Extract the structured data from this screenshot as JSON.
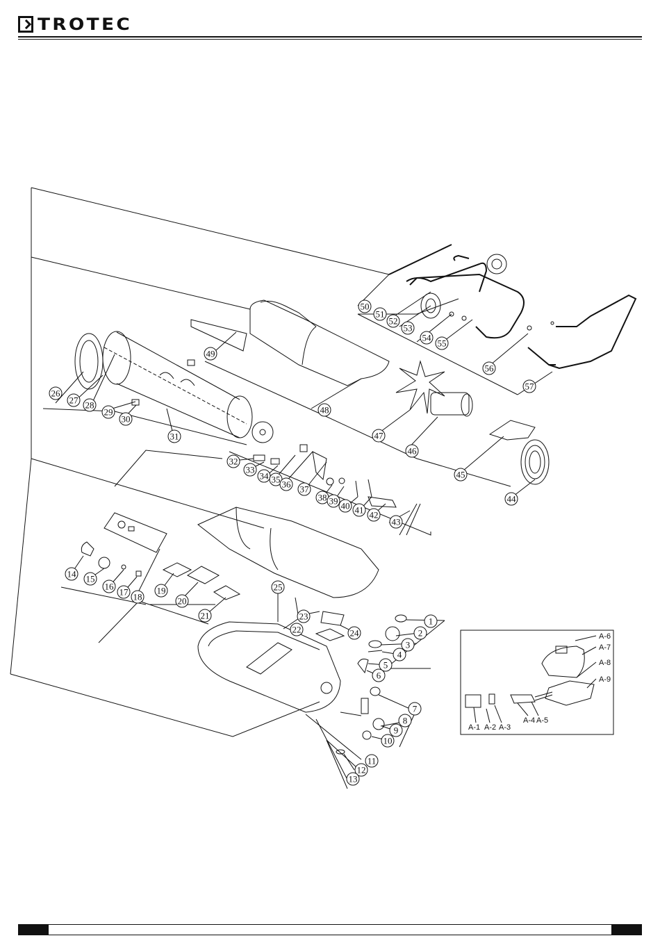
{
  "brand": {
    "name": "TROTEC"
  },
  "diagram": {
    "parts": [
      "1",
      "2",
      "3",
      "4",
      "5",
      "6",
      "7",
      "8",
      "9",
      "10",
      "11",
      "12",
      "13",
      "14",
      "15",
      "16",
      "17",
      "18",
      "19",
      "20",
      "21",
      "22",
      "23",
      "24",
      "25",
      "26",
      "27",
      "28",
      "29",
      "30",
      "31",
      "32",
      "33",
      "34",
      "35",
      "36",
      "37",
      "38",
      "39",
      "40",
      "41",
      "42",
      "43",
      "44",
      "45",
      "46",
      "47",
      "48",
      "49",
      "50",
      "51",
      "52",
      "53",
      "54",
      "55",
      "56",
      "57"
    ],
    "inset_parts": [
      "A-1",
      "A-2",
      "A-3",
      "A-4",
      "A-5",
      "A-6",
      "A-7",
      "A-8",
      "A-9"
    ]
  }
}
